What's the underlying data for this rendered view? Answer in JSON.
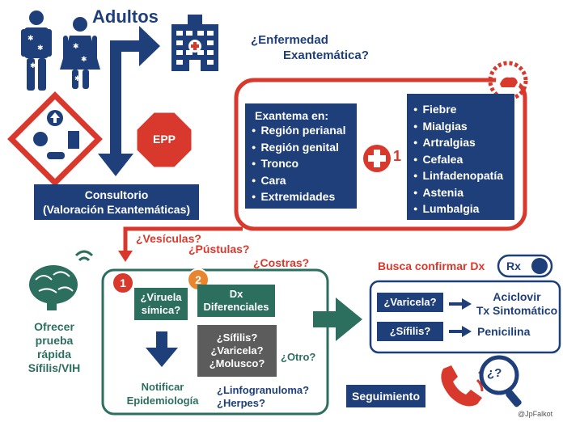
{
  "title": "Adultos",
  "question_main": [
    "¿Enfermedad",
    "Exantemática?"
  ],
  "epp_label": "EPP",
  "consultorio": [
    "Consultorio",
    "(Valoración Exantemáticas)"
  ],
  "exantema": {
    "heading": "Exantema en:",
    "items": [
      "Región perianal",
      "Región genital",
      "Tronco",
      "Cara",
      "Extremidades"
    ]
  },
  "plus_one": "1",
  "symptoms": [
    "Fiebre",
    "Mialgias",
    "Artralgias",
    "Cefalea",
    "Linfadenopatía",
    "Astenia",
    "Lumbalgia"
  ],
  "lesions": [
    "¿Vesículas?",
    "¿Pústulas?",
    "¿Costras?"
  ],
  "badge1": "1",
  "badge2": "2",
  "viruela": [
    "¿Viruela",
    "símica?"
  ],
  "dx_diff": [
    "Dx",
    "Diferenciales"
  ],
  "differentials": [
    "¿Sífilis?",
    "¿Varicela?",
    "¿Molusco?"
  ],
  "otro": "¿Otro?",
  "notificar": [
    "Notificar",
    "Epidemiología"
  ],
  "linfo": [
    "¿Linfogranuloma?",
    "¿Herpes?"
  ],
  "ofrecer": [
    "Ofrecer",
    "prueba",
    "rápida",
    "Sífilis/VIH"
  ],
  "confirm": {
    "label": "Busca confirmar Dx",
    "rx": "Rx",
    "rows": [
      {
        "q": "¿Varicela?",
        "a": [
          "Aciclovir",
          "Tx Sintomático"
        ]
      },
      {
        "q": "¿Sífilis?",
        "a": [
          "Penicilina"
        ]
      }
    ]
  },
  "seguimiento": "Seguimiento",
  "credit": "@JpFalkot",
  "colors": {
    "navy": "#1f3f7a",
    "red": "#d9382c",
    "green": "#2d6f5f",
    "orange": "#e8852e",
    "gray": "#5c5c5c"
  }
}
